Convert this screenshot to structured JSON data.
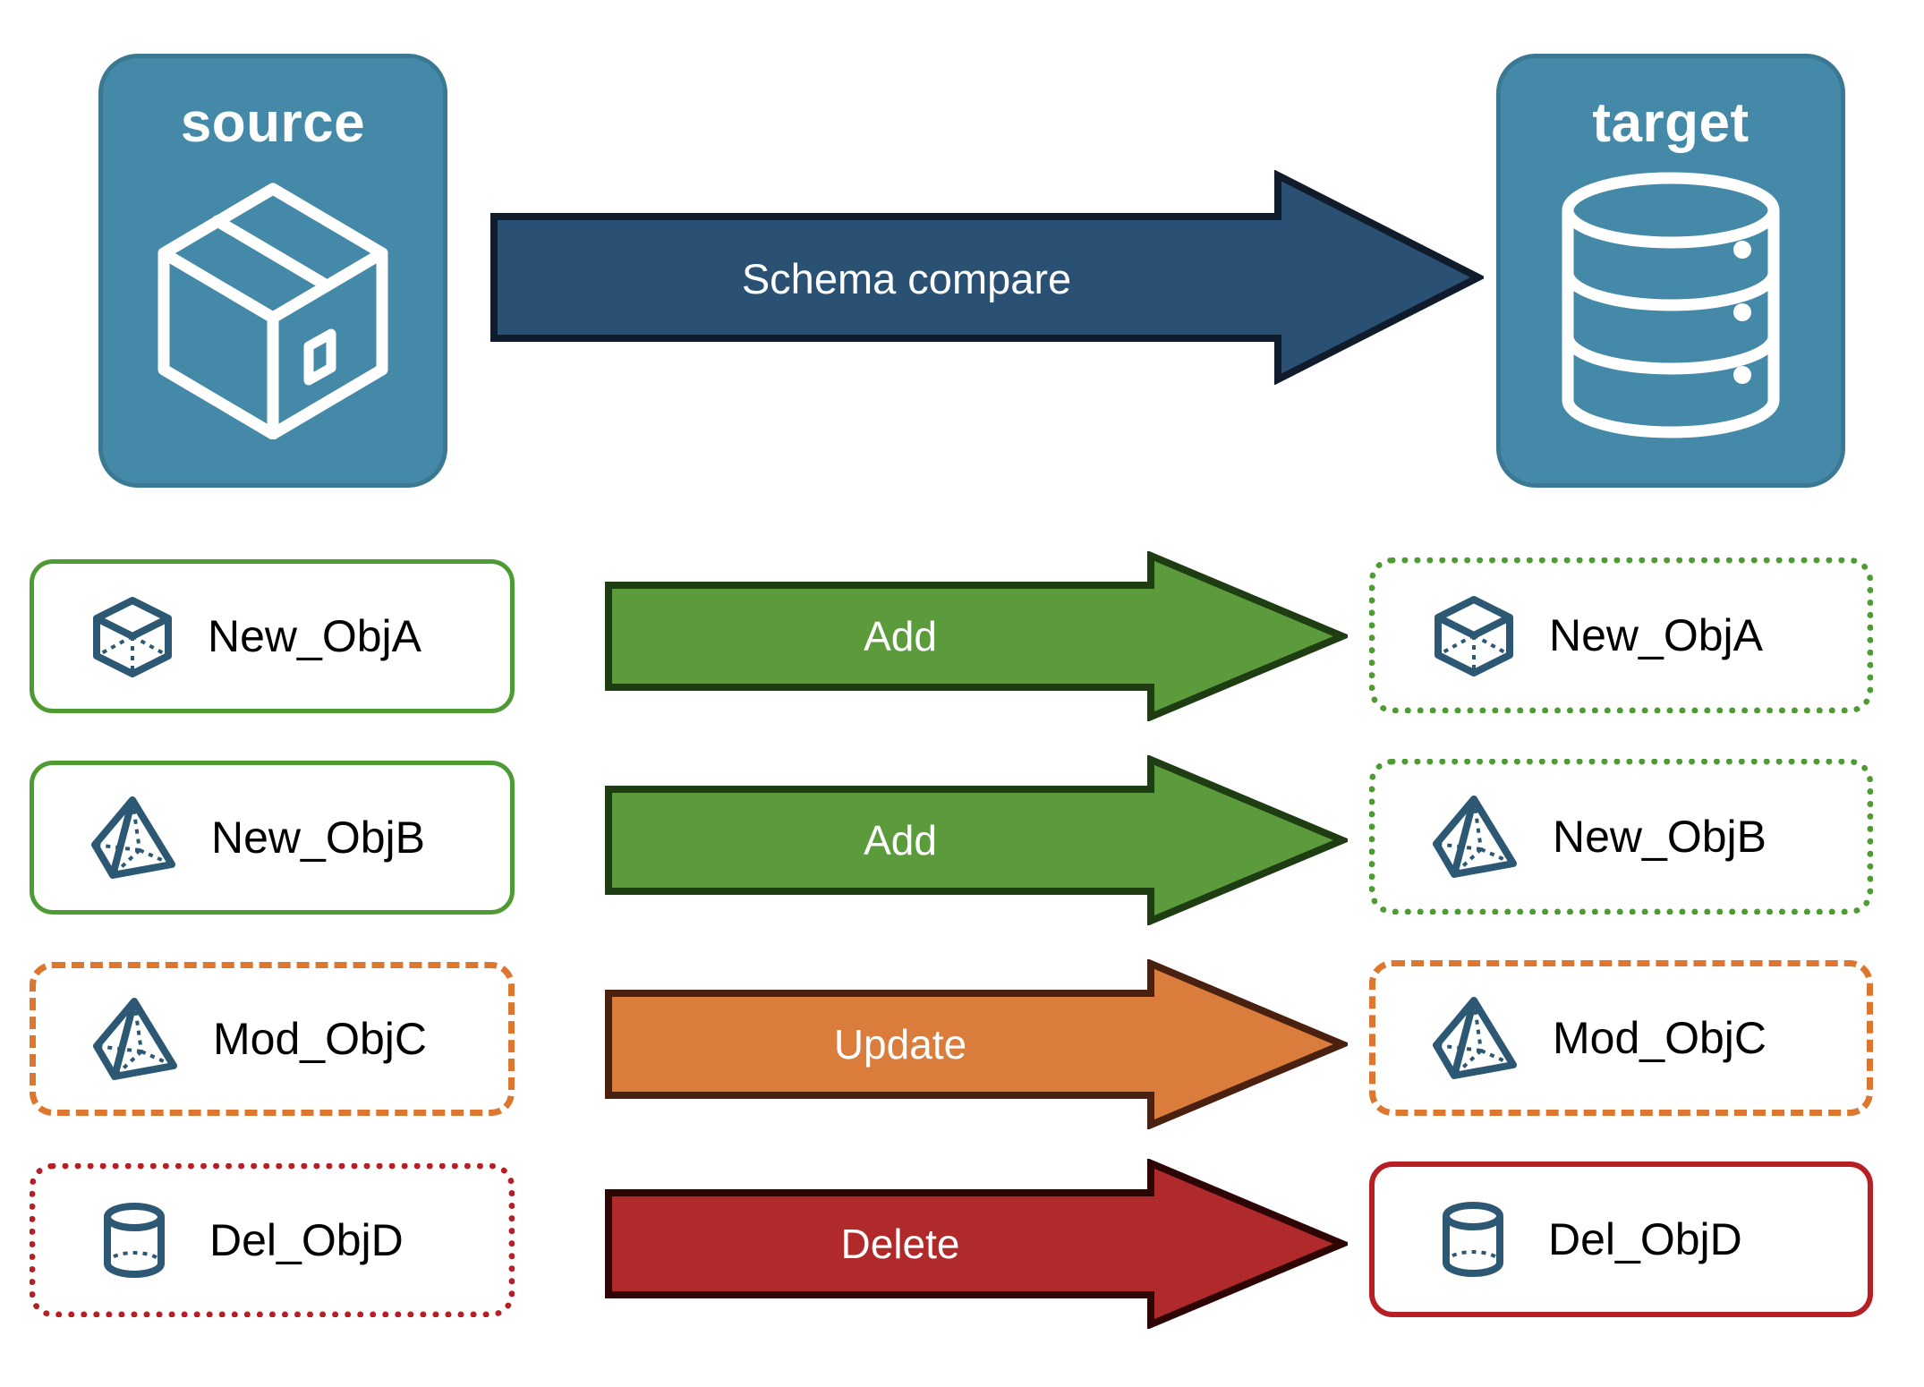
{
  "diagram": {
    "title_source": "source",
    "title_target": "target",
    "compare_arrow_label": "Schema compare"
  },
  "endpoints": {
    "source": {
      "label": "source",
      "icon": "package-cube-icon"
    },
    "target": {
      "label": "target",
      "icon": "database-cylinder-icon"
    }
  },
  "rows": [
    {
      "source_label": "New_ObjA",
      "source_icon": "wireframe-cube-icon",
      "action": "Add",
      "target_label": "New_ObjA",
      "target_icon": "wireframe-cube-icon",
      "source_border": "solid-green",
      "target_border": "dotted-green",
      "arrow_color": "#5b9b3c",
      "arrow_outline": "#1f3d12"
    },
    {
      "source_label": "New_ObjB",
      "source_icon": "wireframe-pyramid-icon",
      "action": "Add",
      "target_label": "New_ObjB",
      "target_icon": "wireframe-pyramid-icon",
      "source_border": "solid-green",
      "target_border": "dotted-green",
      "arrow_color": "#5b9b3c",
      "arrow_outline": "#1f3d12"
    },
    {
      "source_label": "Mod_ObjC",
      "source_icon": "wireframe-pyramid-icon",
      "action": "Update",
      "target_label": "Mod_ObjC",
      "target_icon": "wireframe-pyramid-icon",
      "source_border": "dashed-orange",
      "target_border": "dashed-orange",
      "arrow_color": "#da7c3b",
      "arrow_outline": "#4a2110"
    },
    {
      "source_label": "Del_ObjD",
      "source_icon": "wireframe-cylinder-icon",
      "action": "Delete",
      "target_label": "Del_ObjD",
      "target_icon": "wireframe-cylinder-icon",
      "source_border": "dotted-red",
      "target_border": "solid-red",
      "arrow_color": "#b0292b",
      "arrow_outline": "#2e0505"
    }
  ],
  "colors": {
    "endpoint_fill": "#4489a8",
    "endpoint_stroke": "#3b7894",
    "compare_arrow_fill": "#2a5173",
    "compare_arrow_stroke": "#101c2b",
    "green": "#4e9a33",
    "orange": "#dd7730",
    "red": "#b62025",
    "icon_blue": "#2d5874"
  }
}
